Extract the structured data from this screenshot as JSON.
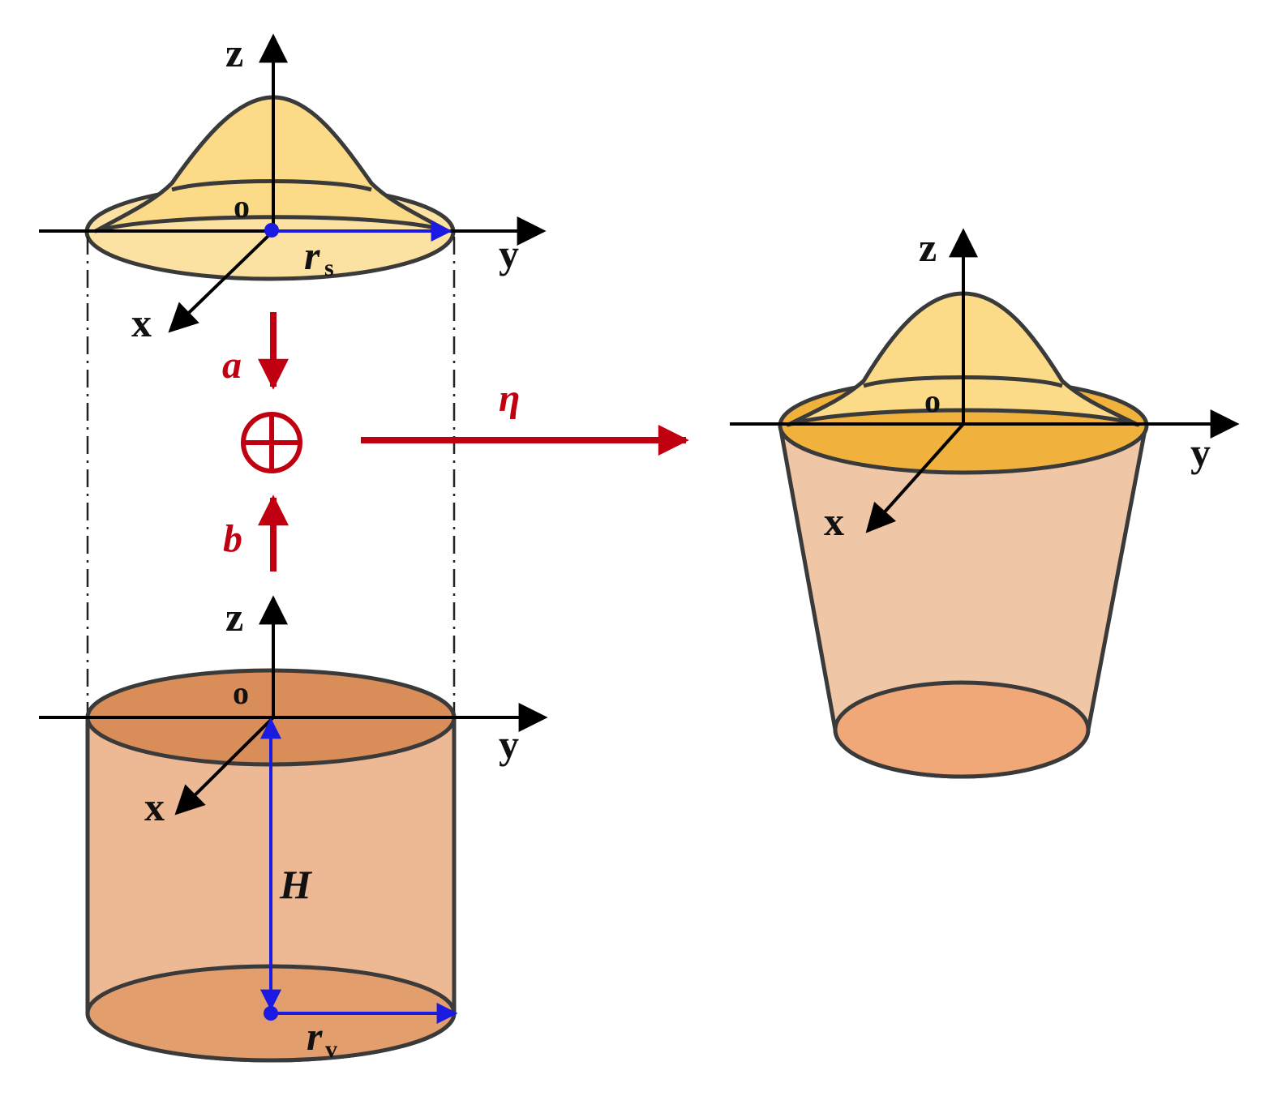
{
  "colors": {
    "bump_fill": "#fcdb88",
    "disk_fill": "#fbe1a2",
    "cylinder_body": "#edb894",
    "cylinder_top": "#d98d58",
    "cylinder_bottom": "#e39e6e",
    "cone_top": "#f0b23d",
    "cone_body": "#efc6a6",
    "cone_bottom": "#f0a878",
    "outline": "#3a3a3a",
    "axis": "#000000",
    "vector": "#1a1ae0",
    "operator": "#c00010"
  },
  "top_figure": {
    "axis_z": "z",
    "axis_y": "y",
    "axis_x": "x",
    "origin": "o",
    "radius_symbol": "r",
    "radius_sub": "s"
  },
  "bottom_figure": {
    "axis_z": "z",
    "axis_y": "y",
    "axis_x": "x",
    "origin": "o",
    "height_label": "H",
    "radius_symbol": "r",
    "radius_sub": "v"
  },
  "right_figure": {
    "axis_z": "z",
    "axis_y": "y",
    "axis_x": "x",
    "origin": "o"
  },
  "operation": {
    "label_a": "a",
    "label_b": "b",
    "label_eta": "η",
    "combine_symbol": "oplus"
  }
}
